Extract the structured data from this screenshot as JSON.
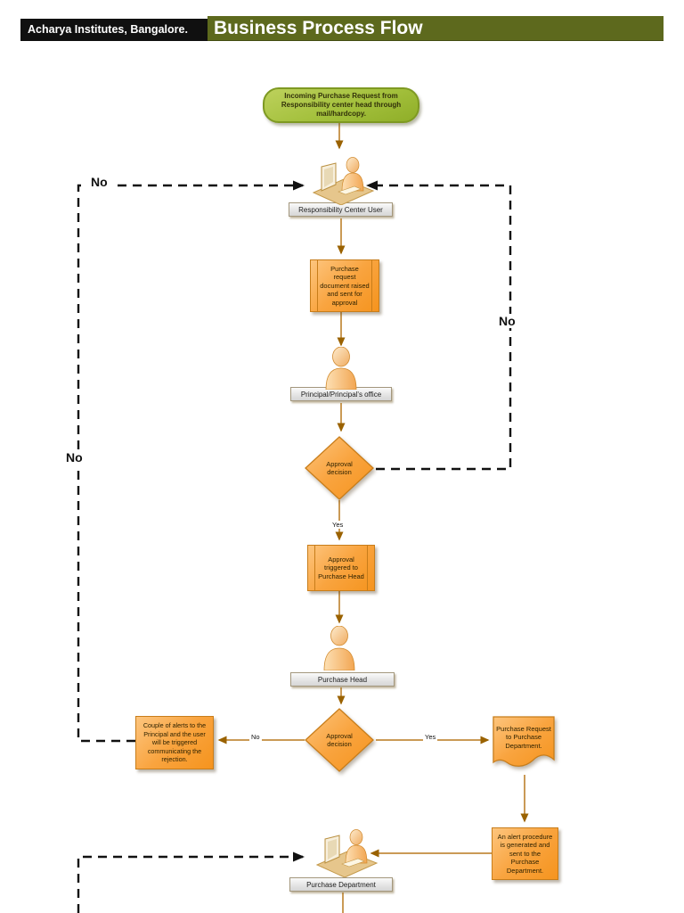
{
  "header": {
    "org_label": "Acharya Institutes, Bangalore.",
    "title": "Business Process Flow"
  },
  "colors": {
    "accent-orange": "#F9A43F",
    "orange-border": "#C87D1A",
    "olive": "#5D691D",
    "header-black": "#101010",
    "start-green": "#A3C03C",
    "green-border": "#7E9922",
    "connector": "#B8791E"
  },
  "flow": {
    "start": {
      "text": "Incoming Purchase Request from Responsibility center head through mail/hardcopy."
    },
    "actor_responsibility": {
      "label": "Responsibility Center User"
    },
    "process_request": {
      "text": "Purchase request document raised and sent for approval"
    },
    "actor_principal": {
      "label": "Principal/Principal's office"
    },
    "decision_principal": {
      "text": "Approval decision"
    },
    "process_trigger": {
      "text": "Approval triggered to Purchase Head"
    },
    "actor_purchase_head": {
      "label": "Purchase Head"
    },
    "decision_head": {
      "text": "Approval decision"
    },
    "note_rejection": {
      "text": "Couple of alerts to the Principal and the user will be triggered communicating the rejection."
    },
    "doc_purchase_request": {
      "text": "Purchase Request to Purchase Department."
    },
    "process_alert": {
      "text": "An alert procedure is generated and sent to the Purchase Department."
    },
    "actor_purchase_dept": {
      "label": "Purchase Department"
    }
  },
  "edge_labels": {
    "no_loop_top": "No",
    "no_loop_left": "No",
    "no_loop_right": "No",
    "yes_decision1": "Yes",
    "no_decision2": "No",
    "yes_decision2": "Yes"
  }
}
